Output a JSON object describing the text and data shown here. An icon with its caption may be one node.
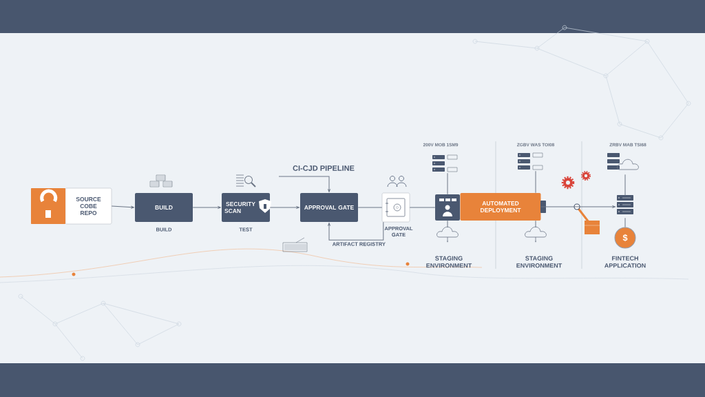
{
  "diagram": {
    "title": "CI-CJD PIPELINE",
    "nodes": [
      {
        "text": [
          "SOURCE COBE REPO"
        ]
      },
      {
        "text": [
          "BUILD"
        ],
        "beside": [
          "BUILD"
        ]
      },
      {
        "text": [
          "SECURITY SCAN"
        ],
        "beside": [
          "TEST"
        ]
      },
      {
        "text": [
          "APPROVAL GATE"
        ]
      },
      {
        "text": [],
        "shape": "box",
        "beside": [
          "APPROVAL GATE"
        ]
      },
      {
        "text": [],
        "shape": "box"
      },
      {
        "text": [
          "AUTOMATED DEPLOYMENT"
        ]
      },
      {
        "text": [],
        "shape": "picture"
      },
      {
        "text": [],
        "shape": "picture",
        "beside": [
          "200V MOB 1SM9"
        ]
      },
      {
        "text": [],
        "shape": "cloud",
        "beside": [
          "STAGING ENVIRONMENT"
        ]
      },
      {
        "text": [],
        "shape": "picture",
        "beside": [
          "ZGBV WAS TOI08"
        ]
      },
      {
        "text": [],
        "shape": "cloud",
        "beside": [
          "STAGING ENVIRONMENT"
        ]
      },
      {
        "text": [],
        "shape": "picture",
        "beside": [
          "ZRBV MAB TSI68"
        ]
      },
      {
        "text": [
          "$"
        ],
        "beside": [
          "FINTECH APPLICATION"
        ]
      }
    ],
    "edges": [
      {
        "from": 0,
        "to": 1,
        "arrow": "to"
      },
      {
        "from": 1,
        "to": 2,
        "arrow": "to"
      },
      {
        "from": 2,
        "to": 3,
        "arrow": "to"
      },
      {
        "from": null,
        "to": 3,
        "arrow": "to"
      },
      {
        "from": 4,
        "to": 3,
        "arrow": "to",
        "label": "ARTIFACT REGISTRY"
      },
      {
        "from": 3,
        "to": 4,
        "arrow": "none"
      },
      {
        "from": 4,
        "to": 5,
        "arrow": "none"
      },
      {
        "from": 6,
        "to": 7,
        "arrow": "to"
      },
      {
        "from": 8,
        "to": 5,
        "arrow": "none"
      },
      {
        "from": 5,
        "to": 9,
        "arrow": "none"
      },
      {
        "from": 10,
        "to": 6,
        "arrow": "none"
      },
      {
        "from": 6,
        "to": 11,
        "arrow": "none"
      },
      {
        "from": 12,
        "to": 7,
        "arrow": "none"
      },
      {
        "from": 7,
        "to": 13,
        "arrow": "none"
      }
    ]
  }
}
